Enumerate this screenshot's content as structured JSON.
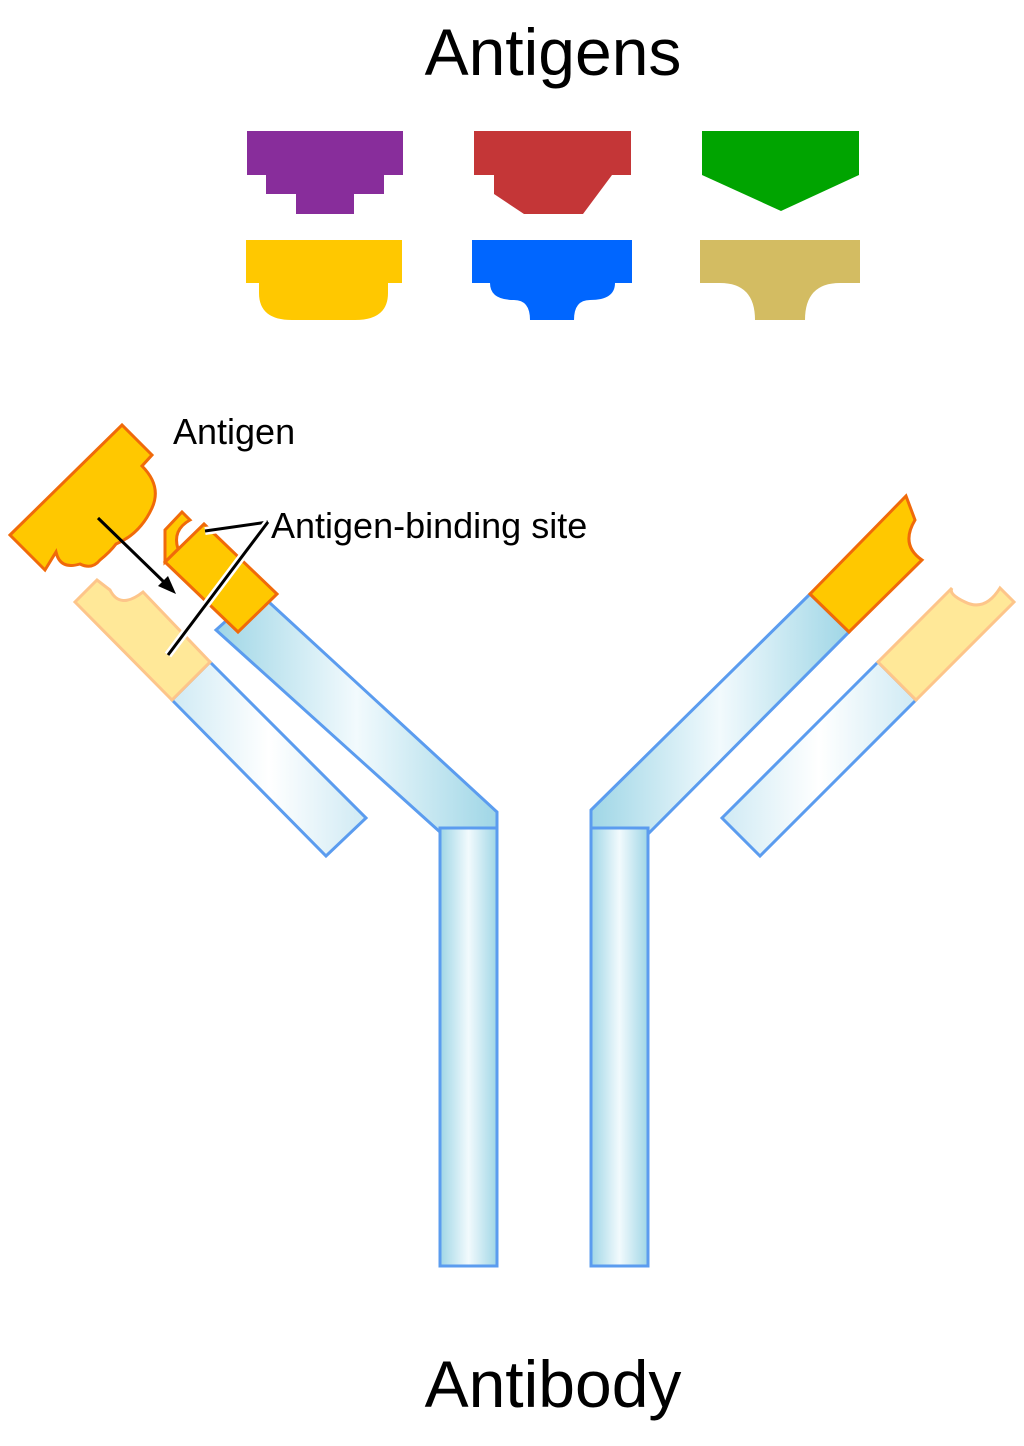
{
  "labels": {
    "top_title": "Antigens",
    "bottom_title": "Antibody",
    "antigen": "Antigen",
    "binding_site": "Antigen-binding site"
  },
  "antigens": [
    {
      "name": "antigen-purple",
      "color": "#882D9B"
    },
    {
      "name": "antigen-red",
      "color": "#C43637"
    },
    {
      "name": "antigen-green",
      "color": "#00A400"
    },
    {
      "name": "antigen-yellow",
      "color": "#FFC800"
    },
    {
      "name": "antigen-blue",
      "color": "#0066FF"
    },
    {
      "name": "antigen-tan",
      "color": "#D3BC62"
    }
  ],
  "colors": {
    "chain_stroke": "#5B9CEF",
    "chain_fill_light": "#EAF6FB",
    "chain_fill_mid": "#A8DCEB",
    "heavy_tip": "#FFC800",
    "heavy_tip_stroke": "#F06A0A",
    "light_tip": "#FFE898",
    "light_tip_stroke": "#FDC58A",
    "bound_antigen": "#FFC800",
    "bound_antigen_stroke": "#F06A0A"
  }
}
